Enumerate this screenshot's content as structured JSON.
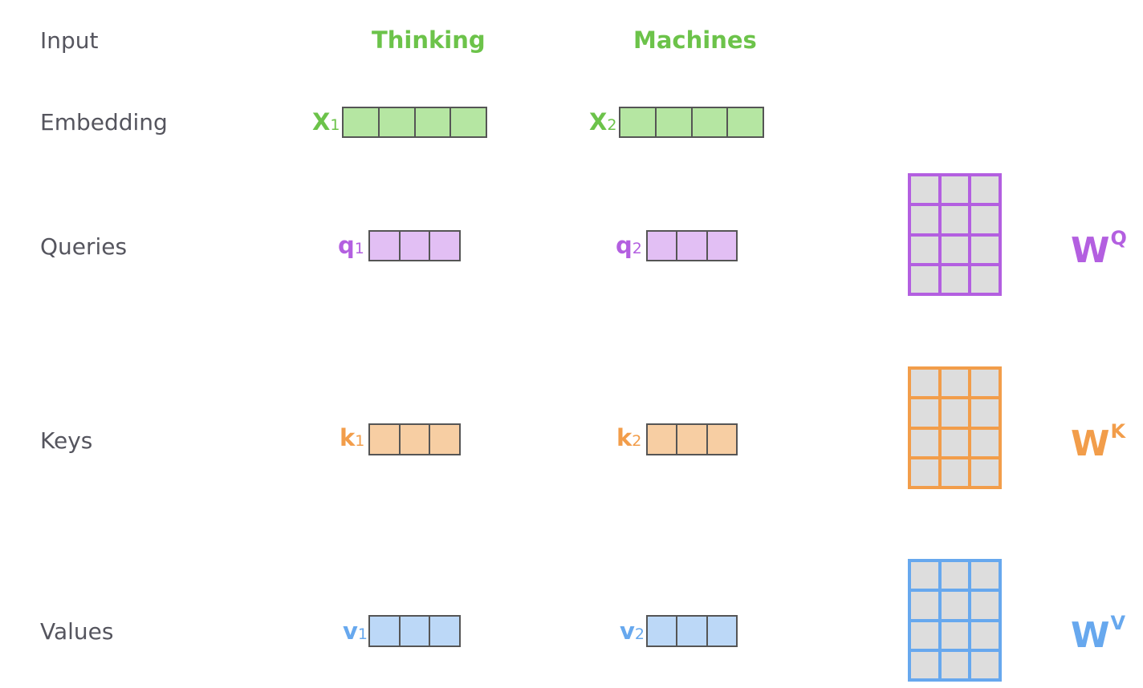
{
  "rows": {
    "input": "Input",
    "embedding": "Embedding",
    "queries": "Queries",
    "keys": "Keys",
    "values": "Values"
  },
  "words": [
    "Thinking",
    "Machines"
  ],
  "vectors": {
    "x1": {
      "base": "X",
      "sub": "1"
    },
    "x2": {
      "base": "X",
      "sub": "2"
    },
    "q1": {
      "base": "q",
      "sub": "1"
    },
    "q2": {
      "base": "q",
      "sub": "2"
    },
    "k1": {
      "base": "k",
      "sub": "1"
    },
    "k2": {
      "base": "k",
      "sub": "2"
    },
    "v1": {
      "base": "v",
      "sub": "1"
    },
    "v2": {
      "base": "v",
      "sub": "2"
    }
  },
  "matrices": {
    "wq": {
      "base": "W",
      "sup": "Q"
    },
    "wk": {
      "base": "W",
      "sup": "K"
    },
    "wv": {
      "base": "W",
      "sup": "V"
    }
  },
  "colors": {
    "embedding": "#6cc34a",
    "embedding_fill": "#b5e6a2",
    "query": "#b35fe0",
    "query_fill": "#e2bff4",
    "key": "#f29d4a",
    "key_fill": "#f7cea3",
    "value": "#67a8ee",
    "value_fill": "#bcd8f7",
    "matrix_cell": "#dddddd",
    "label_text": "#55555e"
  }
}
